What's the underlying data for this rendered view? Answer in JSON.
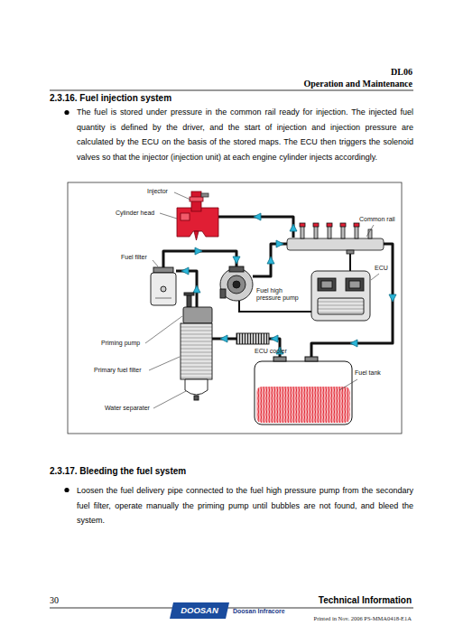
{
  "diagram": {
    "title": "2.3.16. Fuel injection system",
    "labels": [
      "DL06",
      "Operation and Maintenance",
      "The fuel is stored under pressure in the common rail ready for injection. The injected fuel quantity is defined by the driver, and the start of injection and injection pressure are calculated by the ECU on the basis of the stored maps. The ECU then triggers the solenoid valves so that the injector (injection unit) at each engine cylinder injects accordingly.",
      "Injector",
      "Cylinder head",
      "Common rail",
      "Fuel filter",
      "ECU",
      "Fuel high pressure pump",
      "Priming pump",
      "ECU cooler",
      "Primary fuel filter",
      "Fuel tank",
      "Water separater",
      "2.3.17. Bleeding the fuel system",
      "Loosen the fuel delivery pipe connected to the fuel high pressure pump from the secondary fuel filter, operate manually the priming pump until bubbles are not found, and bleed the system.",
      "30",
      "Technical Information",
      "DOOSAN",
      "Doosan Infracore",
      "Printed in Nov. 2006 PS-MMA0418-E1A"
    ]
  }
}
